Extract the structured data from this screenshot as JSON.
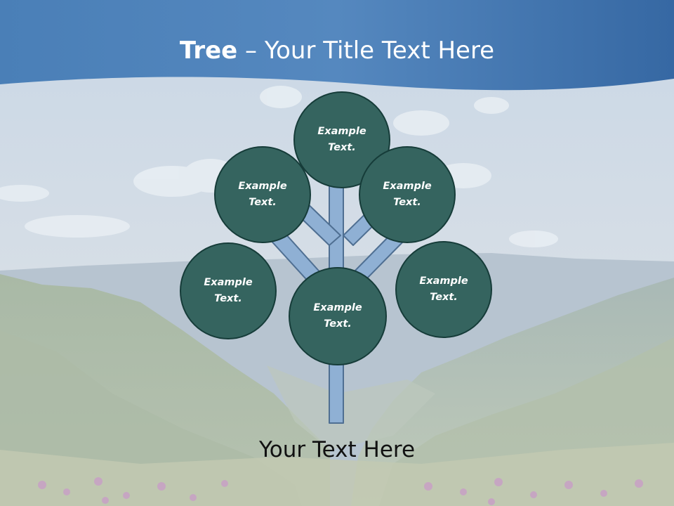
{
  "slide": {
    "title_bold": "Tree",
    "title_rest": " – Your Title Text Here",
    "caption": "Your Text Here"
  },
  "nodes": [
    {
      "label": "Example Text."
    },
    {
      "label": "Example Text."
    },
    {
      "label": "Example Text."
    },
    {
      "label": "Example Text."
    },
    {
      "label": "Example Text."
    },
    {
      "label": "Example Text."
    }
  ],
  "colors": {
    "header_band": "#3d72ad",
    "node_fill": "#35645f",
    "node_border": "#163c39",
    "trunk_fill": "#8fb0d4",
    "trunk_border": "#4f6f92"
  }
}
